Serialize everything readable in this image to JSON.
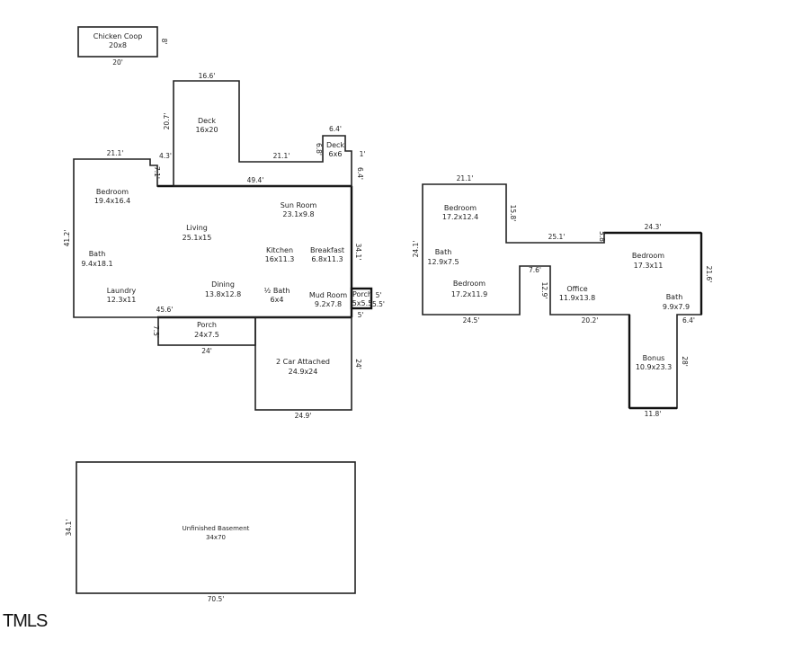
{
  "rooms": {
    "chicken_coop_name": "Chicken Coop",
    "chicken_coop_size": "20x8",
    "deck_top_name": "Deck",
    "deck_top_size": "16x20",
    "deck_small_name": "Deck",
    "deck_small_size": "6x6",
    "bedroom_main_name": "Bedroom",
    "bedroom_main_size": "19.4x16.4",
    "sun_room_name": "Sun Room",
    "sun_room_size": "23.1x9.8",
    "living_name": "Living",
    "living_size": "25.1x15",
    "bath_main_name": "Bath",
    "bath_main_size": "9.4x18.1",
    "kitchen_name": "Kitchen",
    "kitchen_size": "16x11.3",
    "breakfast_name": "Breakfast",
    "breakfast_size": "6.8x11.3",
    "laundry_name": "Laundry",
    "laundry_size": "12.3x11",
    "dining_name": "Dining",
    "dining_size": "13.8x12.8",
    "half_bath_name": "½ Bath",
    "half_bath_size": "6x4",
    "mud_room_name": "Mud Room",
    "mud_room_size": "9.2x7.8",
    "porch_small_name": "Porch",
    "porch_small_size": "5x5.5",
    "porch_name": "Porch",
    "porch_size": "24x7.5",
    "garage_name": "2 Car Attached",
    "garage_size": "24.9x24",
    "bedroom_up1_name": "Bedroom",
    "bedroom_up1_size": "17.2x12.4",
    "bath_up1_name": "Bath",
    "bath_up1_size": "12.9x7.5",
    "bedroom_up2_name": "Bedroom",
    "bedroom_up2_size": "17.2x11.9",
    "office_name": "Office",
    "office_size": "11.9x13.8",
    "bedroom_up3_name": "Bedroom",
    "bedroom_up3_size": "17.3x11",
    "bath_up2_name": "Bath",
    "bath_up2_size": "9.9x7.9",
    "bonus_name": "Bonus",
    "bonus_size": "10.9x23.3",
    "basement_name": "Unfinished Basement",
    "basement_size": "34x70"
  },
  "dims": {
    "coop_w": "20'",
    "coop_h": "8'",
    "deck_w": "16.6'",
    "deck_h": "20.7'",
    "small_deck_w": "6.4'",
    "small_deck_h": "6.8'",
    "small_deck_side": "1'",
    "main_top_left": "21.1'",
    "step_43": "4.3'",
    "step_71": "7.1'",
    "between_decks": "21.1'",
    "right_64": "6.4'",
    "inner_494": "49.4'",
    "main_left": "41.2'",
    "main_right": "34.1'",
    "main_bottom": "45.6'",
    "porch_small_5": "5'",
    "porch_small_5a": "5'",
    "porch_small_55": "5.5'",
    "porch_h": "7.5'",
    "porch_w": "24'",
    "garage_w": "24.9'",
    "garage_h": "24'",
    "up_top": "21.1'",
    "up_158": "15.8'",
    "up_251": "25.1'",
    "up_58": "5.8'",
    "up_243": "24.3'",
    "up_left": "24.1'",
    "up_right": "21.6'",
    "up_bottom_left": "24.5'",
    "up_76": "7.6'",
    "up_129": "12.9'",
    "up_202": "20.2'",
    "up_64": "6.4'",
    "bonus_h": "28'",
    "bonus_w": "11.8'",
    "basement_h": "34.1'",
    "basement_w": "70.5'"
  },
  "logo_text": "TMLS"
}
